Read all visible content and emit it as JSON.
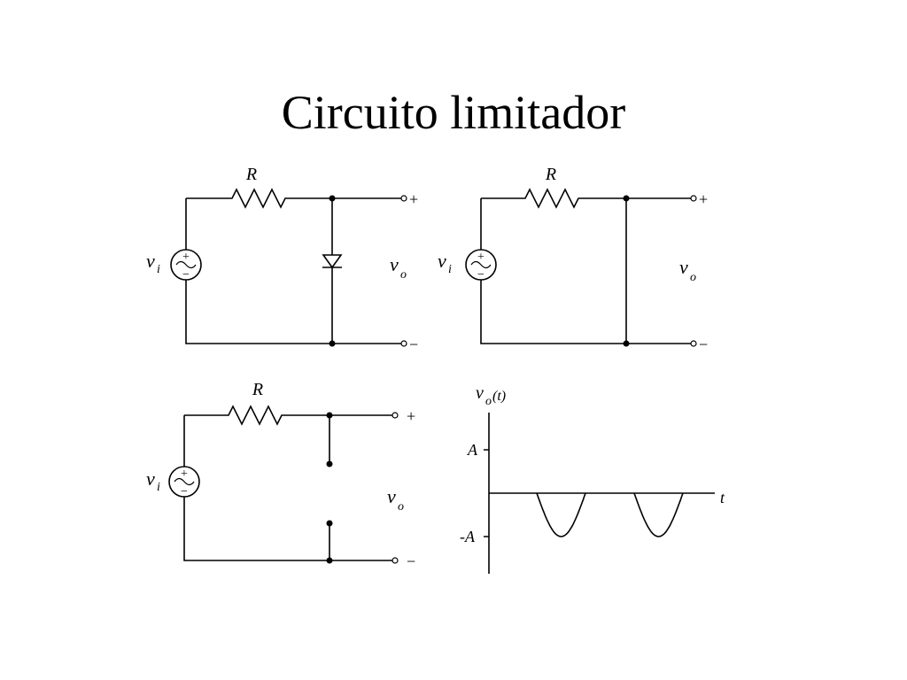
{
  "title": "Circuito limitador",
  "labels": {
    "resistor": "R",
    "vi_v": "v",
    "vi_sub": "i",
    "vo_v": "v",
    "vo_sub": "o",
    "plus": "+",
    "minus": "−",
    "src_plus": "+",
    "src_minus": "−"
  },
  "graph": {
    "ylabel_v": "v",
    "ylabel_sub": "o",
    "ylabel_arg": "(t)",
    "xlabel": "t",
    "tick_pos": "A",
    "tick_neg": "-A"
  },
  "chart_data": {
    "type": "line",
    "series": [
      {
        "x": [
          0,
          1
        ],
        "y": [
          0,
          -1
        ]
      }
    ]
  }
}
